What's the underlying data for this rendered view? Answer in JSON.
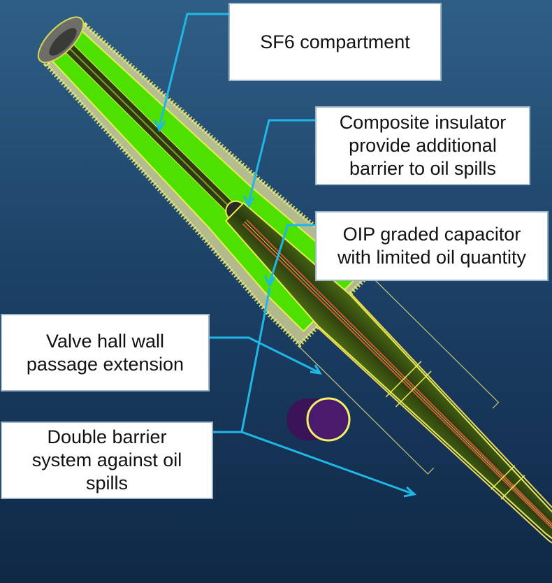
{
  "labels": {
    "sf6": {
      "lines": [
        "SF6 compartment"
      ]
    },
    "composite": {
      "lines": [
        "Composite insulator",
        "provide additional",
        "barrier to oil spills"
      ]
    },
    "oip": {
      "lines": [
        "OIP graded capacitor",
        "with limited oil quantity"
      ]
    },
    "valve": {
      "lines": [
        "Valve hall wall",
        "passage extension"
      ]
    },
    "double": {
      "lines": [
        "Double barrier",
        "system against oil",
        "spills"
      ]
    }
  },
  "colors": {
    "leader": "#1fb8e6",
    "insulator_green": "#4ee000",
    "shed_yellow": "#f2f26a",
    "capacitor_core": "#2e3a12",
    "capacitor_conductor": "#d0563a",
    "wall_sleeve": "#4a1a6b"
  }
}
